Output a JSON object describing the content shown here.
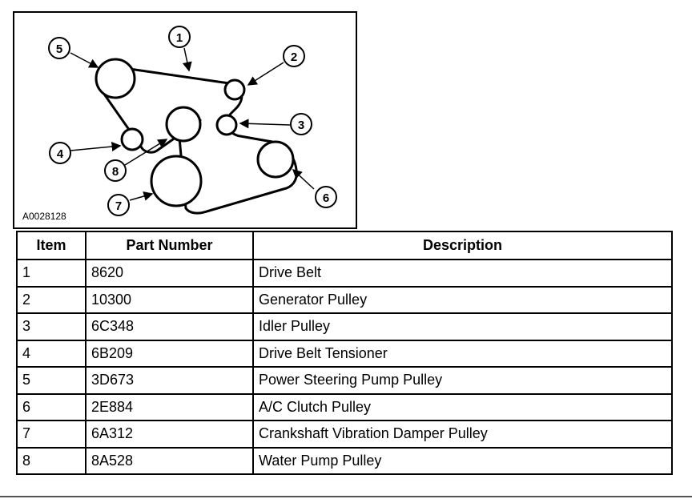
{
  "figure": {
    "id_label": "A0028128",
    "callouts": [
      "1",
      "2",
      "3",
      "4",
      "5",
      "6",
      "7",
      "8"
    ]
  },
  "table": {
    "headers": {
      "item": "Item",
      "part_number": "Part Number",
      "description": "Description"
    },
    "rows": [
      {
        "item": "1",
        "part_number": "8620",
        "description": "Drive Belt"
      },
      {
        "item": "2",
        "part_number": "10300",
        "description": "Generator Pulley"
      },
      {
        "item": "3",
        "part_number": "6C348",
        "description": "Idler Pulley"
      },
      {
        "item": "4",
        "part_number": "6B209",
        "description": "Drive Belt Tensioner"
      },
      {
        "item": "5",
        "part_number": "3D673",
        "description": "Power Steering Pump Pulley"
      },
      {
        "item": "6",
        "part_number": "2E884",
        "description": "A/C Clutch Pulley"
      },
      {
        "item": "7",
        "part_number": "6A312",
        "description": "Crankshaft Vibration Damper Pulley"
      },
      {
        "item": "8",
        "part_number": "8A528",
        "description": "Water Pump Pulley"
      }
    ]
  }
}
